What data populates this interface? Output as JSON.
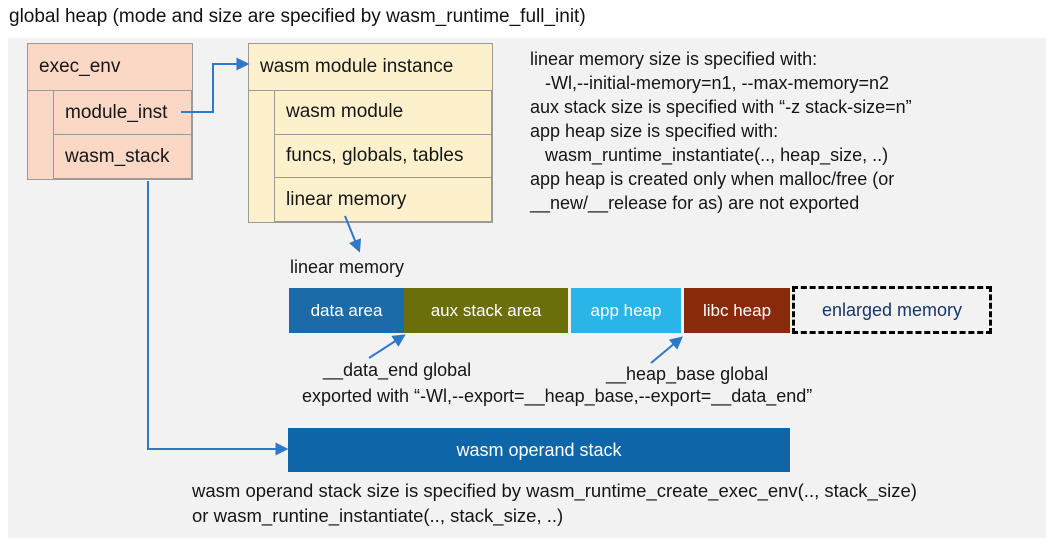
{
  "title": "global heap (mode and size are specified by wasm_runtime_full_init)",
  "colors": {
    "panel_bg": "#f2f2f2",
    "exec_box_fill": "#fbd7c5",
    "module_box_fill": "#fdf1cd",
    "box_border": "#9a9a9a",
    "arrow": "#2e78c8",
    "operand_stack_fill": "#0e66a8"
  },
  "exec_env": {
    "header": "exec_env",
    "rows": [
      "module_inst",
      "wasm_stack"
    ]
  },
  "module_instance": {
    "header": "wasm module instance",
    "rows": [
      "wasm module",
      "funcs, globals, tables",
      "linear memory"
    ]
  },
  "notes_right": {
    "lines": [
      "linear memory size is specified with:",
      "-Wl,--initial-memory=n1, --max-memory=n2",
      "aux stack size is specified with “-z stack-size=n”",
      "app heap size is specified with:",
      "wasm_runtime_instantiate(.., heap_size, ..)",
      "app heap is created only when malloc/free (or",
      "__new/__release for as) are not exported"
    ]
  },
  "linear_memory": {
    "label": "linear memory",
    "segments": [
      {
        "label": "data area",
        "color": "#1b6ba8"
      },
      {
        "label": "aux stack area",
        "color": "#6a6e0b"
      },
      {
        "label": "app heap",
        "color": "#29b5e8"
      },
      {
        "label": "libc heap",
        "color": "#8a2a0d"
      }
    ],
    "enlarged": {
      "label": "enlarged memory",
      "text_color": "#17356d"
    }
  },
  "annotations": {
    "data_end": "__data_end global",
    "heap_base": "__heap_base global",
    "exported": "exported with “-Wl,--export=__heap_base,--export=__data_end”"
  },
  "operand_stack": {
    "label": "wasm operand stack"
  },
  "notes_bottom": {
    "lines": [
      "wasm operand stack size is specified by wasm_runtime_create_exec_env(.., stack_size)",
      "or wasm_runtine_instantiate(.., stack_size, ..)"
    ]
  }
}
